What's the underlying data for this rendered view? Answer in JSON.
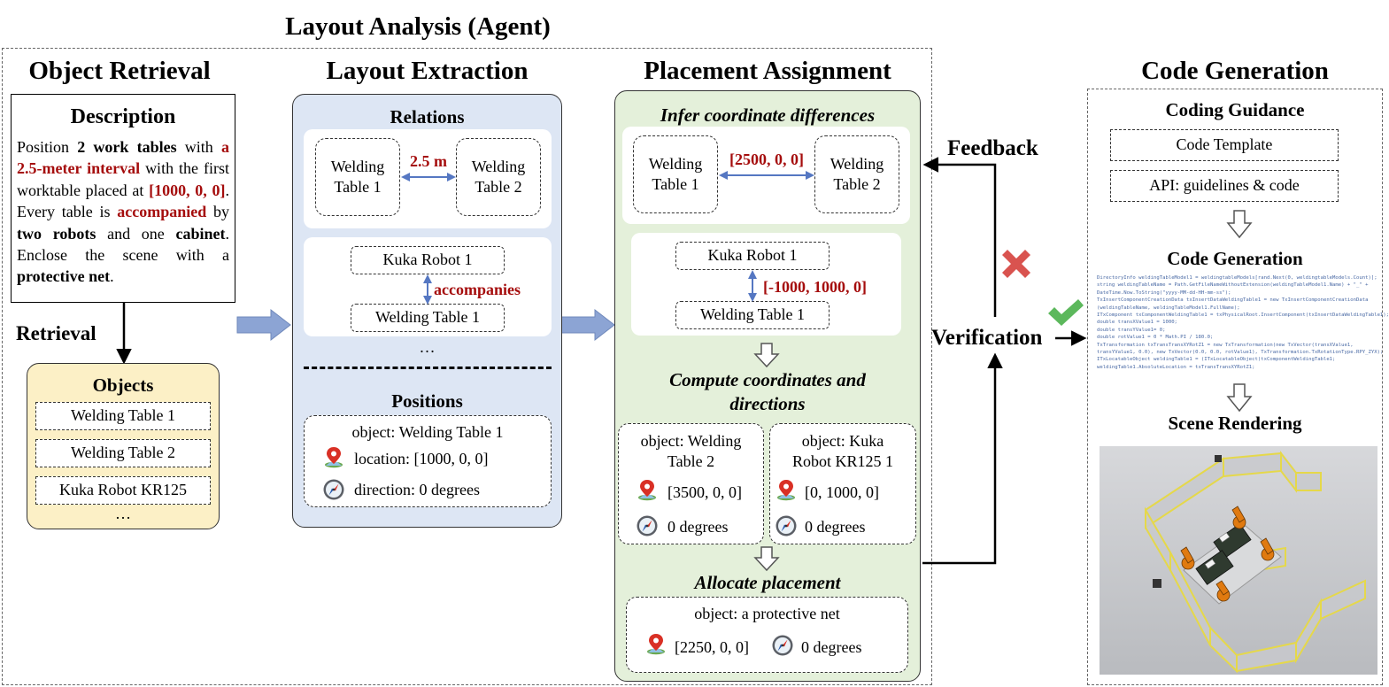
{
  "header": {
    "title": "Layout Analysis (Agent)"
  },
  "object_retrieval": {
    "title": "Object Retrieval",
    "description_title": "Description",
    "description_segments": [
      {
        "t": "Position ",
        "s": "n"
      },
      {
        "t": "2 work tables",
        "s": "b"
      },
      {
        "t": " with ",
        "s": "n"
      },
      {
        "t": "a 2.5-meter interval",
        "s": "r"
      },
      {
        "t": " with the first worktable placed at ",
        "s": "n"
      },
      {
        "t": "[1000, 0, 0]",
        "s": "r"
      },
      {
        "t": ". Every table is ",
        "s": "n"
      },
      {
        "t": "accompanied",
        "s": "r"
      },
      {
        "t": " by ",
        "s": "n"
      },
      {
        "t": "two robots",
        "s": "b"
      },
      {
        "t": " and one ",
        "s": "n"
      },
      {
        "t": "cabinet",
        "s": "b"
      },
      {
        "t": ". Enclose the scene with a ",
        "s": "n"
      },
      {
        "t": "protective net",
        "s": "b"
      },
      {
        "t": ".",
        "s": "n"
      }
    ],
    "retrieval_label": "Retrieval",
    "objects_title": "Objects",
    "objects": [
      "Welding Table 1",
      "Welding Table 2",
      "Kuka Robot KR125"
    ],
    "objects_more": "…"
  },
  "layout_extraction": {
    "title": "Layout Extraction",
    "relations_title": "Relations",
    "relation1": {
      "a": [
        "Welding",
        "Table 1"
      ],
      "b": [
        "Welding",
        "Table 2"
      ],
      "label": "2.5 m"
    },
    "relation2": {
      "a": "Kuka Robot 1",
      "b": "Welding Table 1",
      "label": "accompanies"
    },
    "relations_more": "…",
    "positions_title": "Positions",
    "position": {
      "object": "object: Welding Table 1",
      "location": "location: [1000, 0, 0]",
      "direction": "direction: 0 degrees"
    }
  },
  "placement": {
    "title": "Placement Assignment",
    "infer_title": "Infer coordinate differences",
    "diff1": {
      "a": [
        "Welding",
        "Table 1"
      ],
      "b": [
        "Welding",
        "Table 2"
      ],
      "label": "[2500, 0, 0]"
    },
    "diff2": {
      "a": "Kuka Robot 1",
      "b": "Welding Table 1",
      "label": "[-1000, 1000, 0]"
    },
    "compute_title": [
      "Compute coordinates and",
      "directions"
    ],
    "computed": [
      {
        "object": [
          "object: Welding",
          "Table 2"
        ],
        "loc": "[3500, 0, 0]",
        "dir": "0 degrees"
      },
      {
        "object": [
          "object: Kuka",
          "Robot KR125 1"
        ],
        "loc": "[0, 1000, 0]",
        "dir": "0 degrees"
      }
    ],
    "allocate_title": "Allocate placement",
    "allocated": {
      "object": "object: a protective net",
      "loc": "[2250, 0, 0]",
      "dir": "0 degrees"
    }
  },
  "feedback": {
    "feedback_label": "Feedback",
    "verification_label": "Verification"
  },
  "code_generation": {
    "title": "Code Generation",
    "guidance_title": "Coding Guidance",
    "template": "Code Template",
    "api": "API: guidelines & code",
    "codegen_title": "Code Generation",
    "code_lines": [
      "DirectoryInfo weldingTableModel1 = weldingtableModels[rand.Next(0, weldingtableModels.Count)];",
      "string weldingTableName = Path.GetFileNameWithoutExtension(weldingTableModel1.Name) + \"_\" +",
      "DateTime.Now.ToString(\"yyyy-MM-dd-HH-mm-ss\");",
      "TxInsertComponentCreationData txInsertDataWeldingTable1 = new TxInsertComponentCreationData",
      "(weldingTableName, weldingTableModel1.FullName);",
      "ITxComponent txComponentWeldingTable1 = txPhysicalRoot.InsertComponent(txInsertDataWeldingTable1);",
      "double transXValue1 = 1000;",
      "double transYValue1= 0;",
      "double rotValue1 = 0 * Math.PI / 180.0;",
      "TxTransformation txTransTransXYRotZ1 = new TxTransformation(new TxVector(transXValue1,",
      "transYValue1, 0.0), new TxVector(0.0, 0.0, rotValue1), TxTransformation.TxRotationType.RPY_ZYX);",
      "ITxLocatableObject weldingTable1 = (ITxLocatableObject)txComponentWeldingTable1;",
      "weldingTable1.AbsoluteLocation = txTransTransXYRotZ1;"
    ],
    "render_title": "Scene Rendering"
  },
  "colors": {
    "accent_red": "#a50d0d",
    "blue_panel": "#dde6f4",
    "green_panel": "#e4f0da",
    "yellow_panel": "#fcf0c6",
    "arrow_blue": "#8ca4d4",
    "check_green": "#5cb85c",
    "cross_red": "#d9534f"
  },
  "icons": {
    "pin": "map-pin-icon",
    "compass": "compass-icon",
    "check": "check-icon",
    "cross": "cross-icon"
  }
}
